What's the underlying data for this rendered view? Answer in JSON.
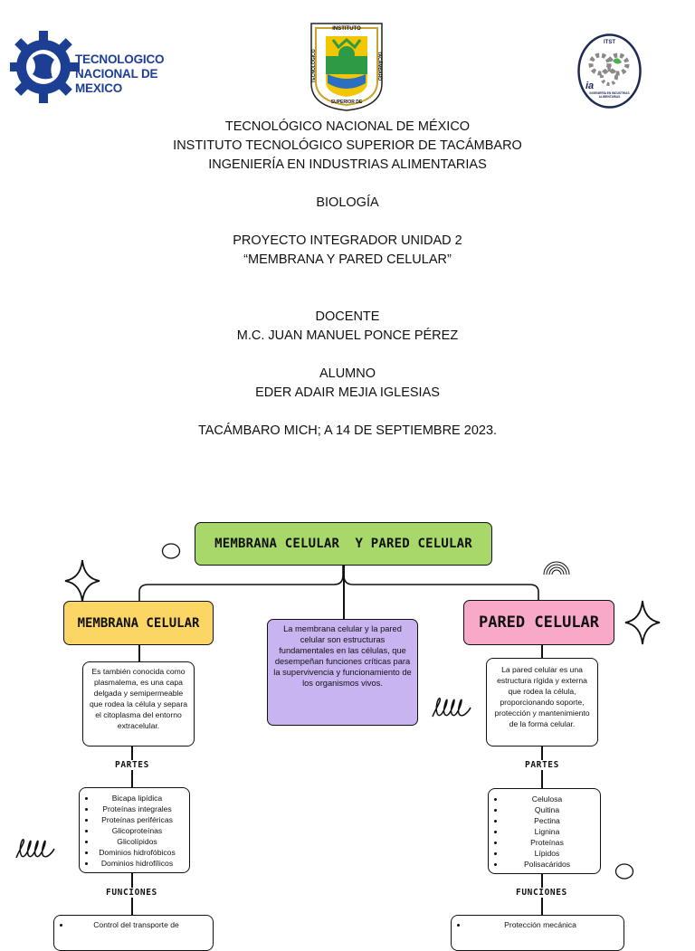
{
  "logos": {
    "tnm": {
      "text_line1": "TECNOLOGICO",
      "text_line2": "NACIONAL DE MEXICO"
    },
    "itst": {
      "text_top": "INSTITUTO",
      "text_left": "TECNOLÓGICO",
      "text_right": "TACÁMBARO",
      "text_bottom": "SUPERIOR DE"
    },
    "ia": {
      "text_top": "ITST",
      "text_mid": "ia",
      "text_bottom": "INGENIERÍA EN INDUSTRIAS ALIMENTARIAS"
    }
  },
  "header": {
    "lines": [
      "TECNOLÓGICO NACIONAL DE MÉXICO",
      "INSTITUTO TECNOLÓGICO SUPERIOR DE TACÁMBARO",
      "INGENIERÍA EN INDUSTRIAS ALIMENTARIAS",
      "",
      "BIOLOGÍA",
      "",
      "PROYECTO INTEGRADOR UNIDAD 2",
      "“MEMBRANA Y PARED CELULAR”",
      "",
      "",
      "DOCENTE",
      "M.C. JUAN MANUEL PONCE PÉREZ",
      "",
      "ALUMNO",
      "EDER ADAIR MEJIA IGLESIAS",
      "",
      "TACÁMBARO MICH; A 14 DE SEPTIEMBRE 2023."
    ]
  },
  "map": {
    "title": "MEMBRANA CELULAR  Y PARED CELULAR",
    "definition": "La membrana celular y la pared celular son estructuras fundamentales en las células, que desempeñan funciones críticas para la supervivencia y funcionamiento de los organismos vivos.",
    "membrana": {
      "title": "MEMBRANA CELULAR",
      "description": "Es también conocida como plasmalema, es una capa delgada y semipermeable que rodea la célula y separa el citoplasma del entorno extracelular.",
      "parts_label": "PARTES",
      "parts": [
        "Bicapa lipídica",
        "Proteínas integrales",
        "Proteínas periféricas",
        "Glicoproteínas",
        "Glicolípidos",
        "Dominios hidrofóbicos",
        "Dominios hidrofílicos"
      ],
      "functions_label": "FUNCIONES",
      "functions": [
        "Control del transporte de"
      ]
    },
    "pared": {
      "title": "PARED CELULAR",
      "description": "La pared celular es una estructura rígida y externa que rodea la célula, proporcionando soporte, protección y mantenimiento de la forma celular.",
      "parts_label": "PARTES",
      "parts": [
        "Celulosa",
        "Quitina",
        "Pectina",
        "Lignina",
        "Proteínas",
        "Lípidos",
        "Polisacáridos"
      ],
      "functions_label": "FUNCIONES",
      "functions": [
        "Protección mecánica"
      ]
    }
  },
  "colors": {
    "title_box": "#a8d86a",
    "membrana_box": "#fcd665",
    "pared_box": "#f9a9c8",
    "definition_box": "#c8b4f0",
    "tnm_blue": "#1c3f94"
  }
}
